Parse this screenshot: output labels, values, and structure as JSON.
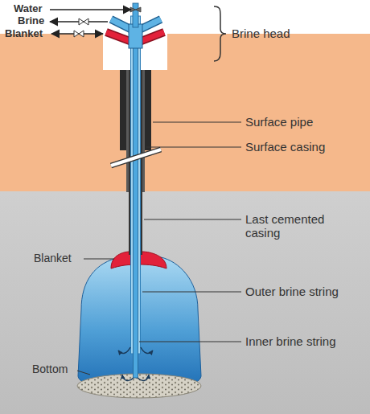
{
  "diagram": {
    "labels": [
      "Water",
      "Brine",
      "Blanket",
      "Brine head",
      "Surface pipe",
      "Surface casing",
      "Last cemented casing",
      "Blanket",
      "Outer brine string",
      "Inner brine string",
      "Bottom"
    ]
  }
}
